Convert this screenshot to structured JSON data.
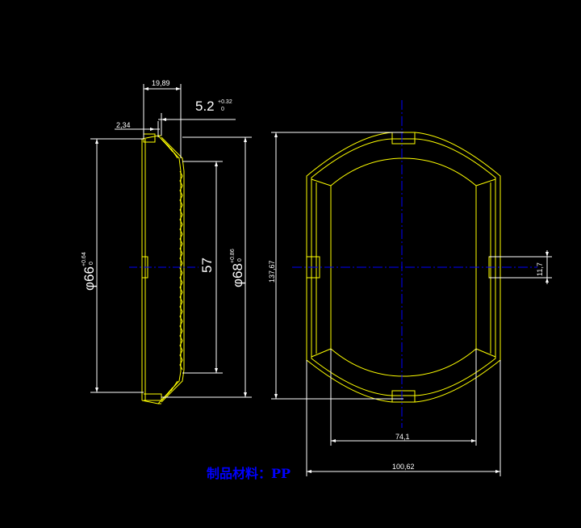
{
  "colors": {
    "background": "#000000",
    "outline": "#ffff00",
    "centerline": "#0000ff",
    "dimension": "#ffffff",
    "note": "#0000ff"
  },
  "dimensions": {
    "top_width": "19,89",
    "lip": "2,34",
    "depth_base": "5.2",
    "depth_tol_upper": "+0.32",
    "depth_tol_lower": "0",
    "inner_dia": "57",
    "outer_dia_left_base": "φ66",
    "outer_dia_left_upper": "+0.64",
    "outer_dia_left_lower": "0",
    "outer_dia_right_base": "φ68",
    "outer_dia_right_upper": "+0.86",
    "outer_dia_right_lower": "0",
    "height": "137,67",
    "slot": "11,7",
    "inner_width": "74,1",
    "overall_width": "100,62"
  },
  "note": {
    "material": "制品材料：PP"
  }
}
